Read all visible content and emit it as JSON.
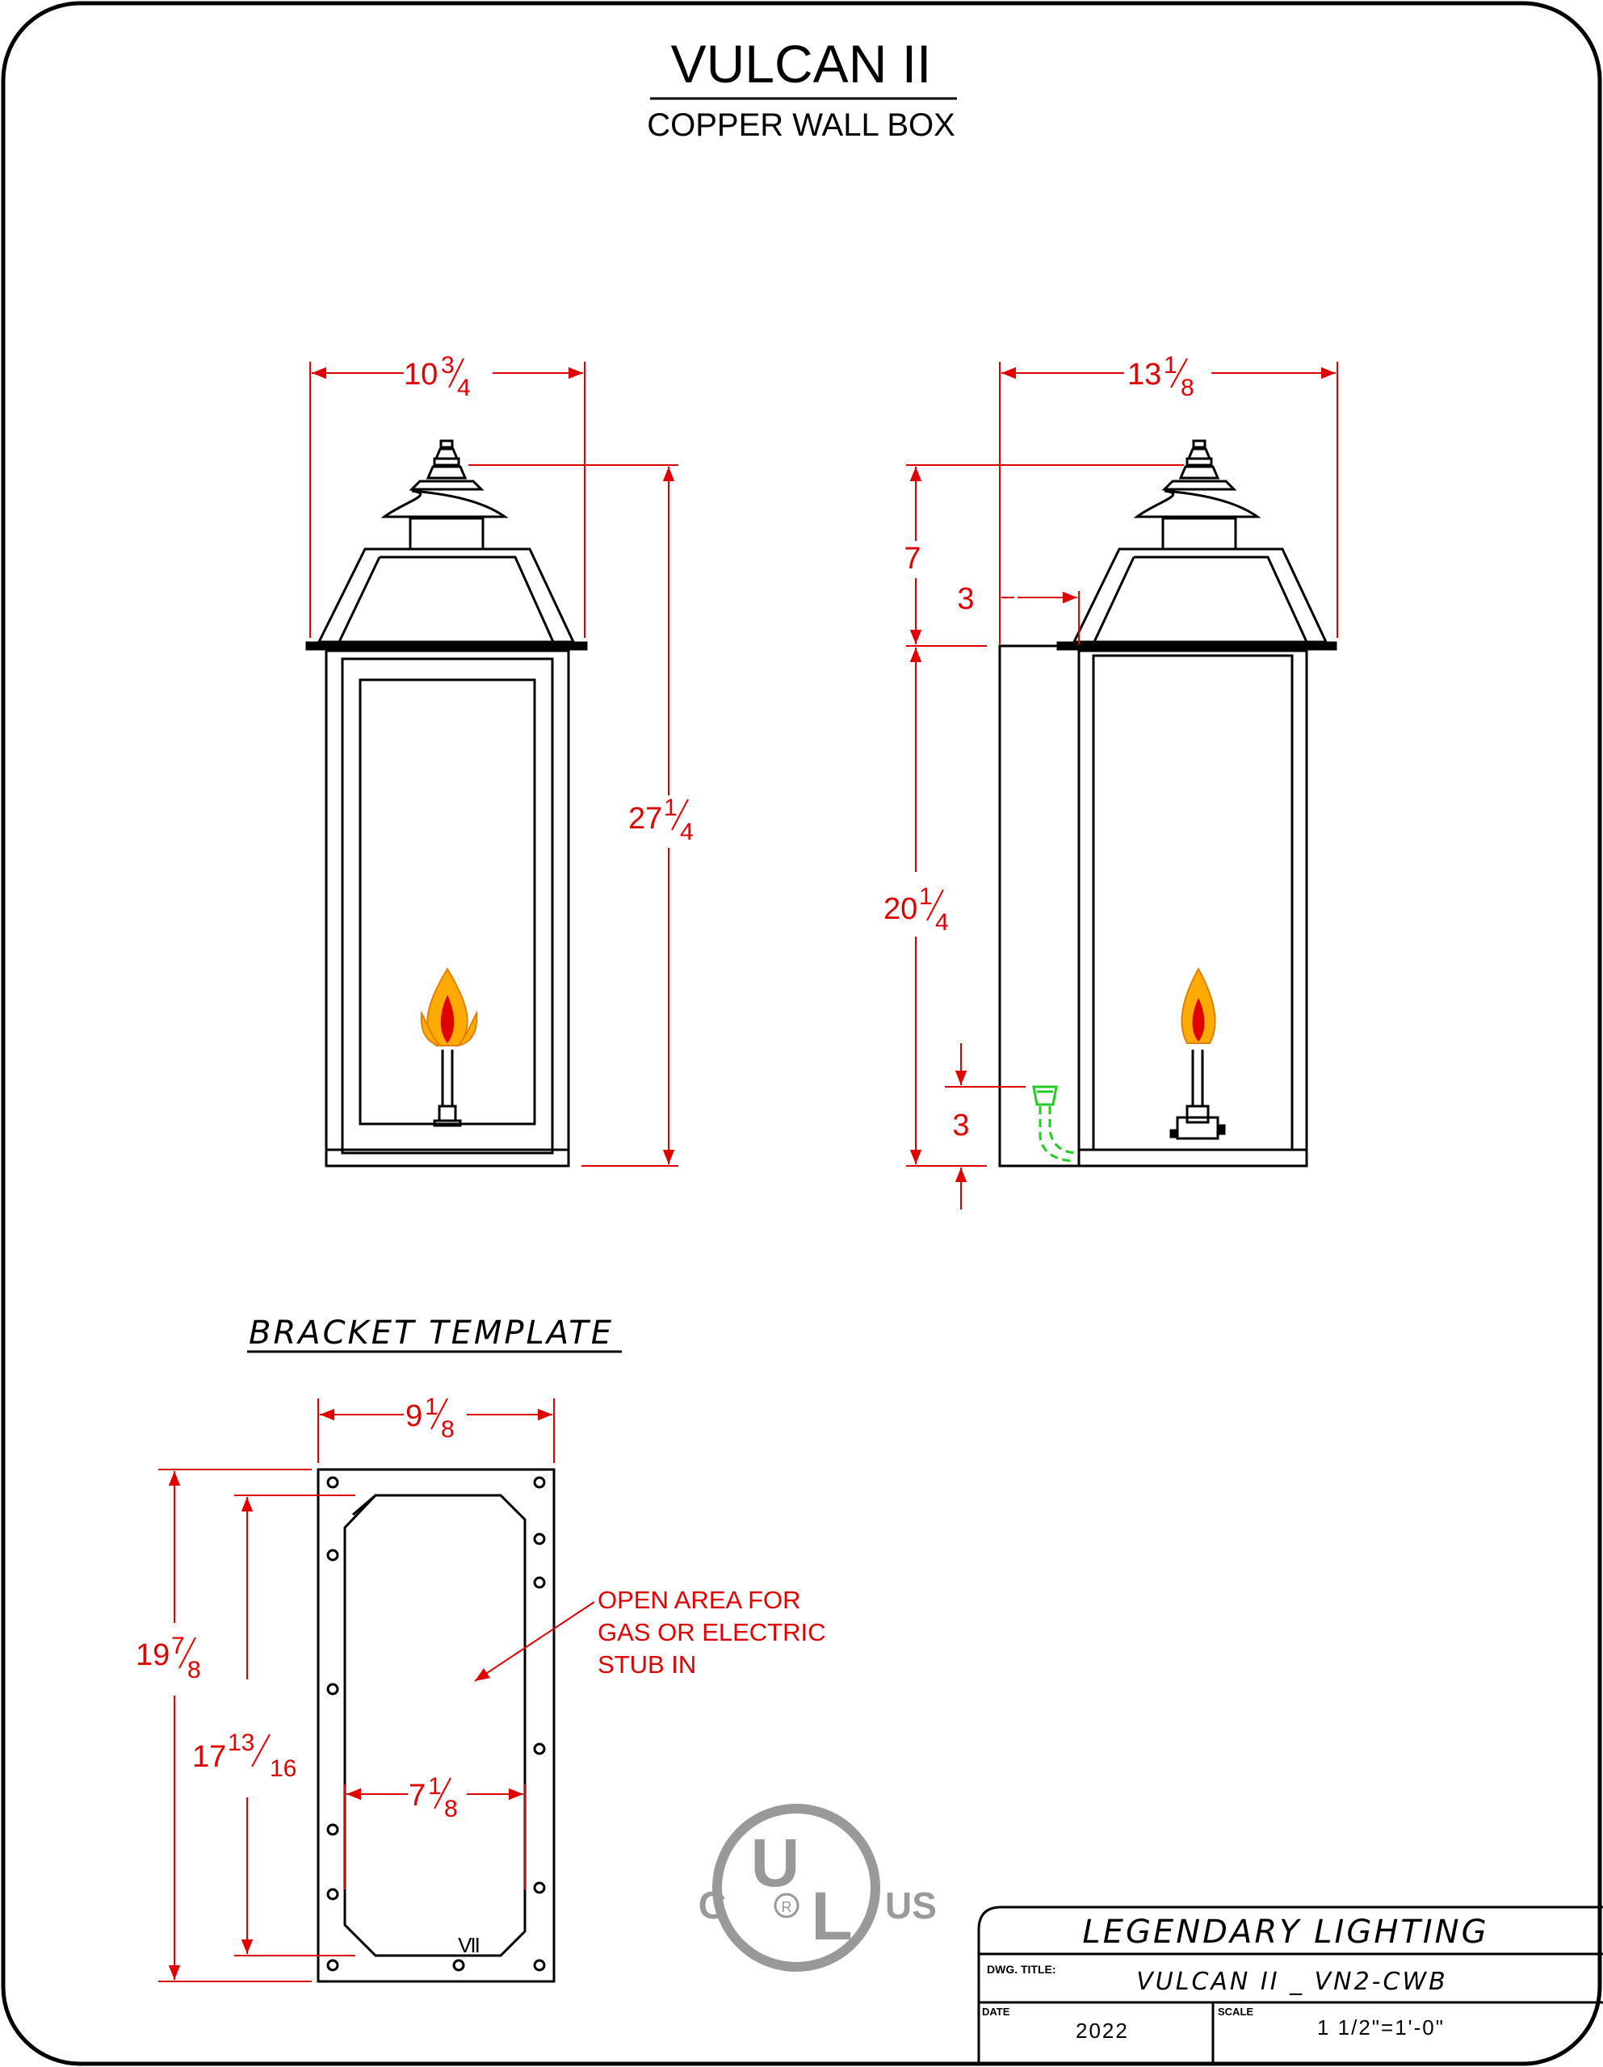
{
  "title": "VULCAN II",
  "subtitle": "COPPER WALL BOX",
  "colors": {
    "dimension": "#e00000",
    "line": "#000000",
    "gas_line": "#22cc22",
    "flame_outer": "#ffaa00",
    "flame_inner": "#e00000",
    "logo": "#999999"
  },
  "front_view": {
    "width": {
      "whole": "10",
      "num": "3",
      "den": "4"
    },
    "height": {
      "whole": "27",
      "num": "1",
      "den": "4"
    }
  },
  "side_view": {
    "depth": {
      "whole": "13",
      "num": "1",
      "den": "8"
    },
    "top_height": "7",
    "offset": "3",
    "box_height": {
      "whole": "20",
      "num": "1",
      "den": "4"
    },
    "stub_height": "3"
  },
  "bracket": {
    "heading": "BRACKET TEMPLATE",
    "width": {
      "whole": "9",
      "num": "1",
      "den": "8"
    },
    "height": {
      "whole": "19",
      "num": "7",
      "den": "8"
    },
    "inner_height": {
      "whole": "17",
      "num": "13",
      "den": "16"
    },
    "inner_width": {
      "whole": "7",
      "num": "1",
      "den": "8"
    },
    "note": [
      "OPEN AREA FOR",
      "GAS OR ELECTRIC",
      "STUB IN"
    ],
    "stamp": "VII"
  },
  "logo": {
    "c": "C",
    "u": "U",
    "l": "L",
    "r": "R",
    "us": "US"
  },
  "title_block": {
    "company": "LEGENDARY LIGHTING",
    "dwg_title_label": "DWG. TITLE:",
    "dwg_title": "VULCAN II _ VN2-CWB",
    "date_label": "DATE",
    "date": "2022",
    "scale_label": "SCALE",
    "scale": "1 1/2\"=1'-0\""
  }
}
